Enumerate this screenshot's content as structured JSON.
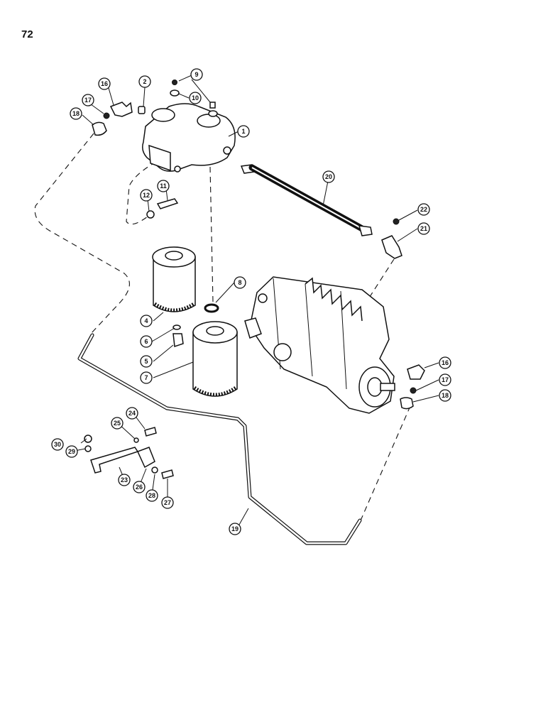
{
  "page_number": "72",
  "callouts": [
    "1",
    "2",
    "4",
    "5",
    "6",
    "7",
    "8",
    "9",
    "10",
    "11",
    "12",
    "16",
    "17",
    "18",
    "19",
    "20",
    "21",
    "22",
    "23",
    "24",
    "25",
    "26",
    "27",
    "28",
    "29",
    "30"
  ]
}
